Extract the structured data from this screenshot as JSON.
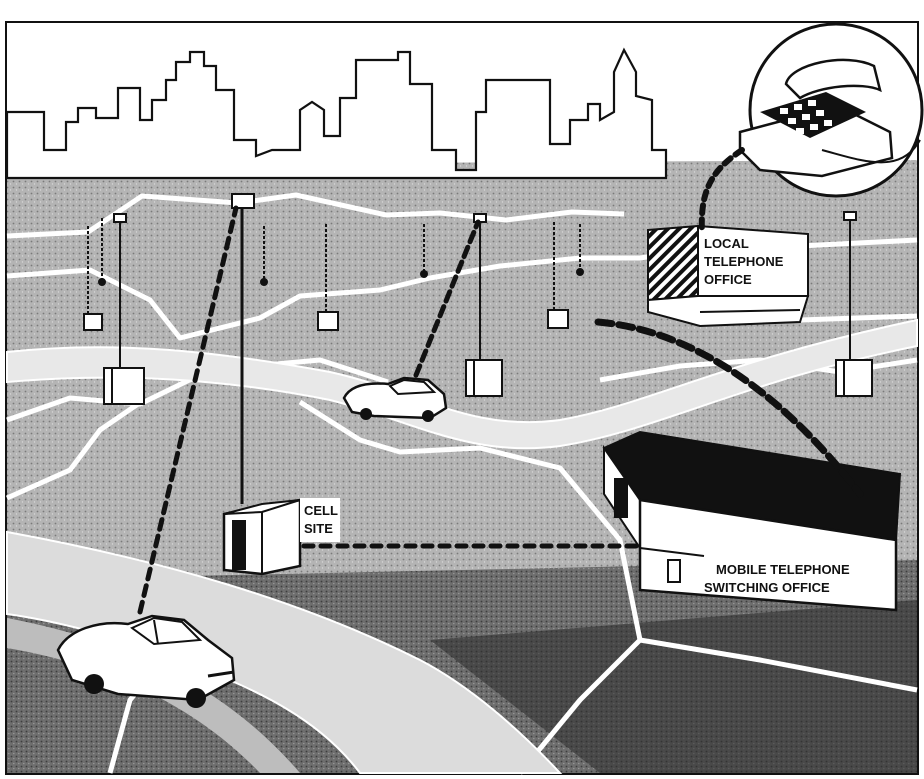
{
  "labels": {
    "local_office": [
      "LOCAL",
      "TELEPHONE",
      "OFFICE"
    ],
    "cell_site": [
      "CELL",
      "SITE"
    ],
    "mtso": [
      "MOBILE TELEPHONE",
      "SWITCHING OFFICE"
    ]
  },
  "colors": {
    "ink": "#111111",
    "paper": "#ffffff",
    "ground": "#b8b8b8",
    "ground_dark": "#8a8a8a",
    "road": "#e2e2e2",
    "link": "#222222"
  },
  "icons": [
    "telephone-icon",
    "car-icon",
    "cell-tower-icon",
    "office-building-icon"
  ]
}
